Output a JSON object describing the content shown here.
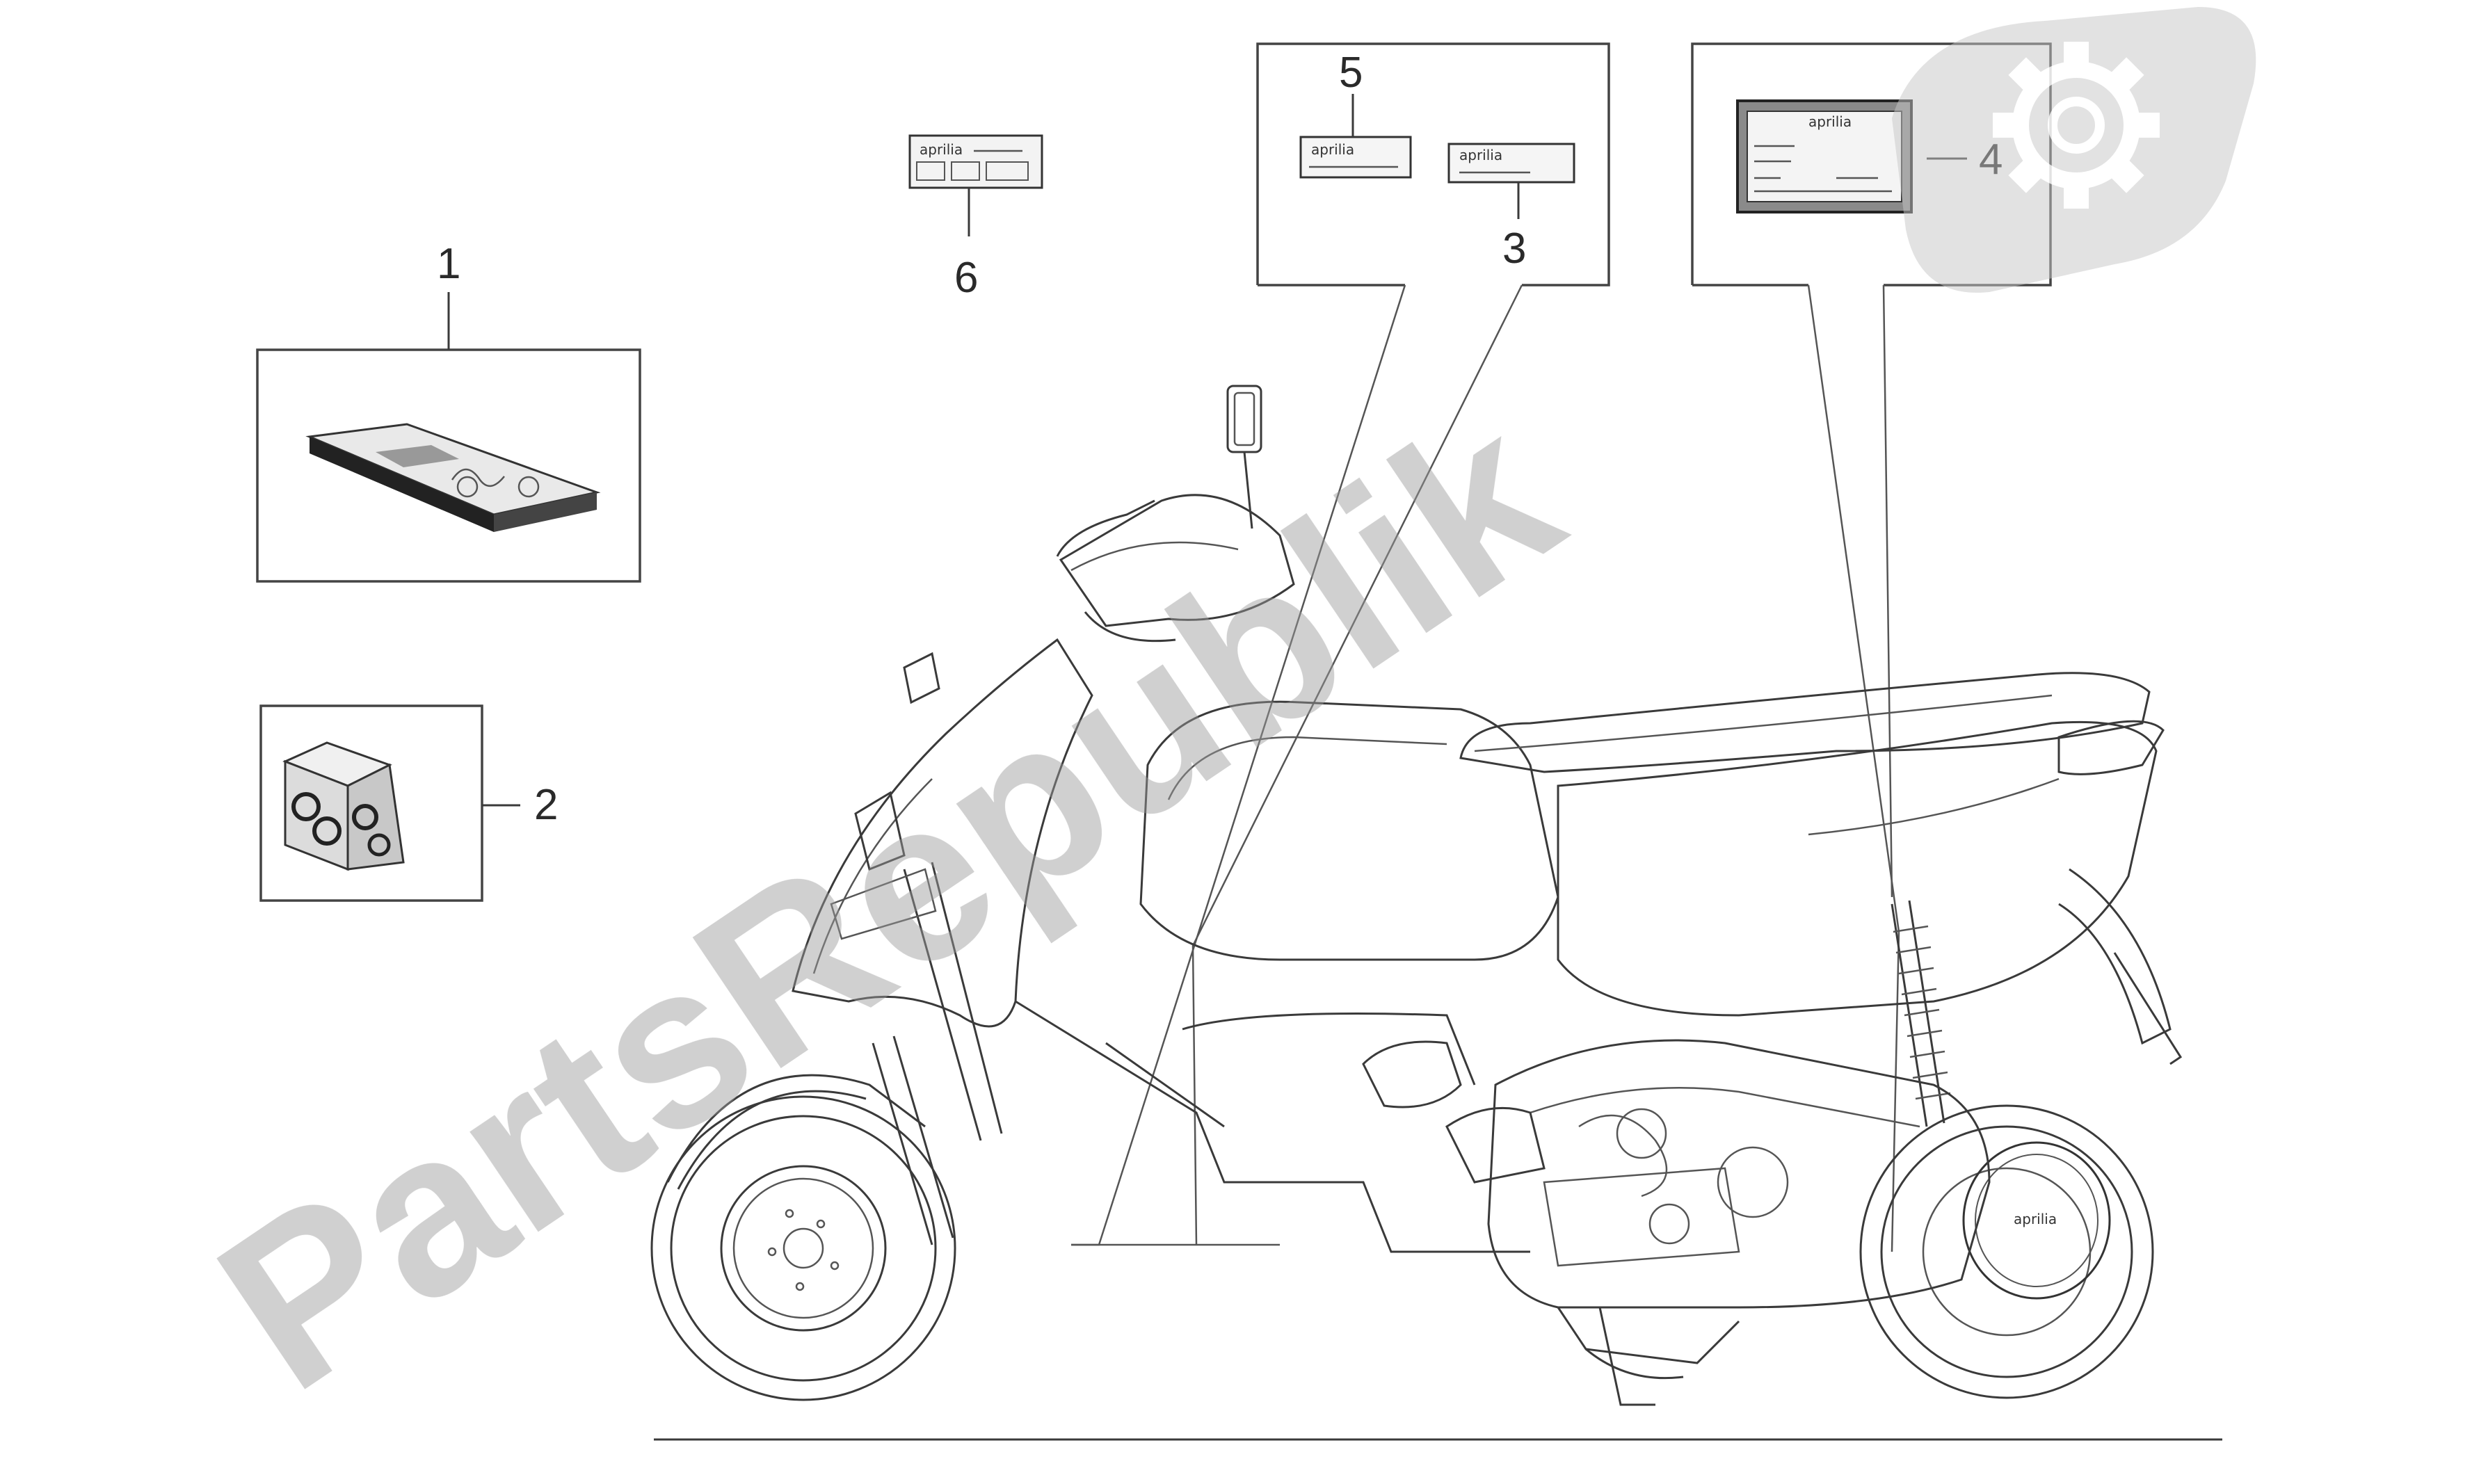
{
  "callouts": {
    "c1": "1",
    "c2": "2",
    "c3": "3",
    "c4": "4",
    "c5": "5",
    "c6": "6"
  },
  "decal_text": {
    "brand": "aprilia"
  },
  "watermark": {
    "text": "PartsRepublik"
  },
  "colors": {
    "line": "#3a3a3a",
    "watermark": "#9a9a9a",
    "background": "#ffffff"
  }
}
